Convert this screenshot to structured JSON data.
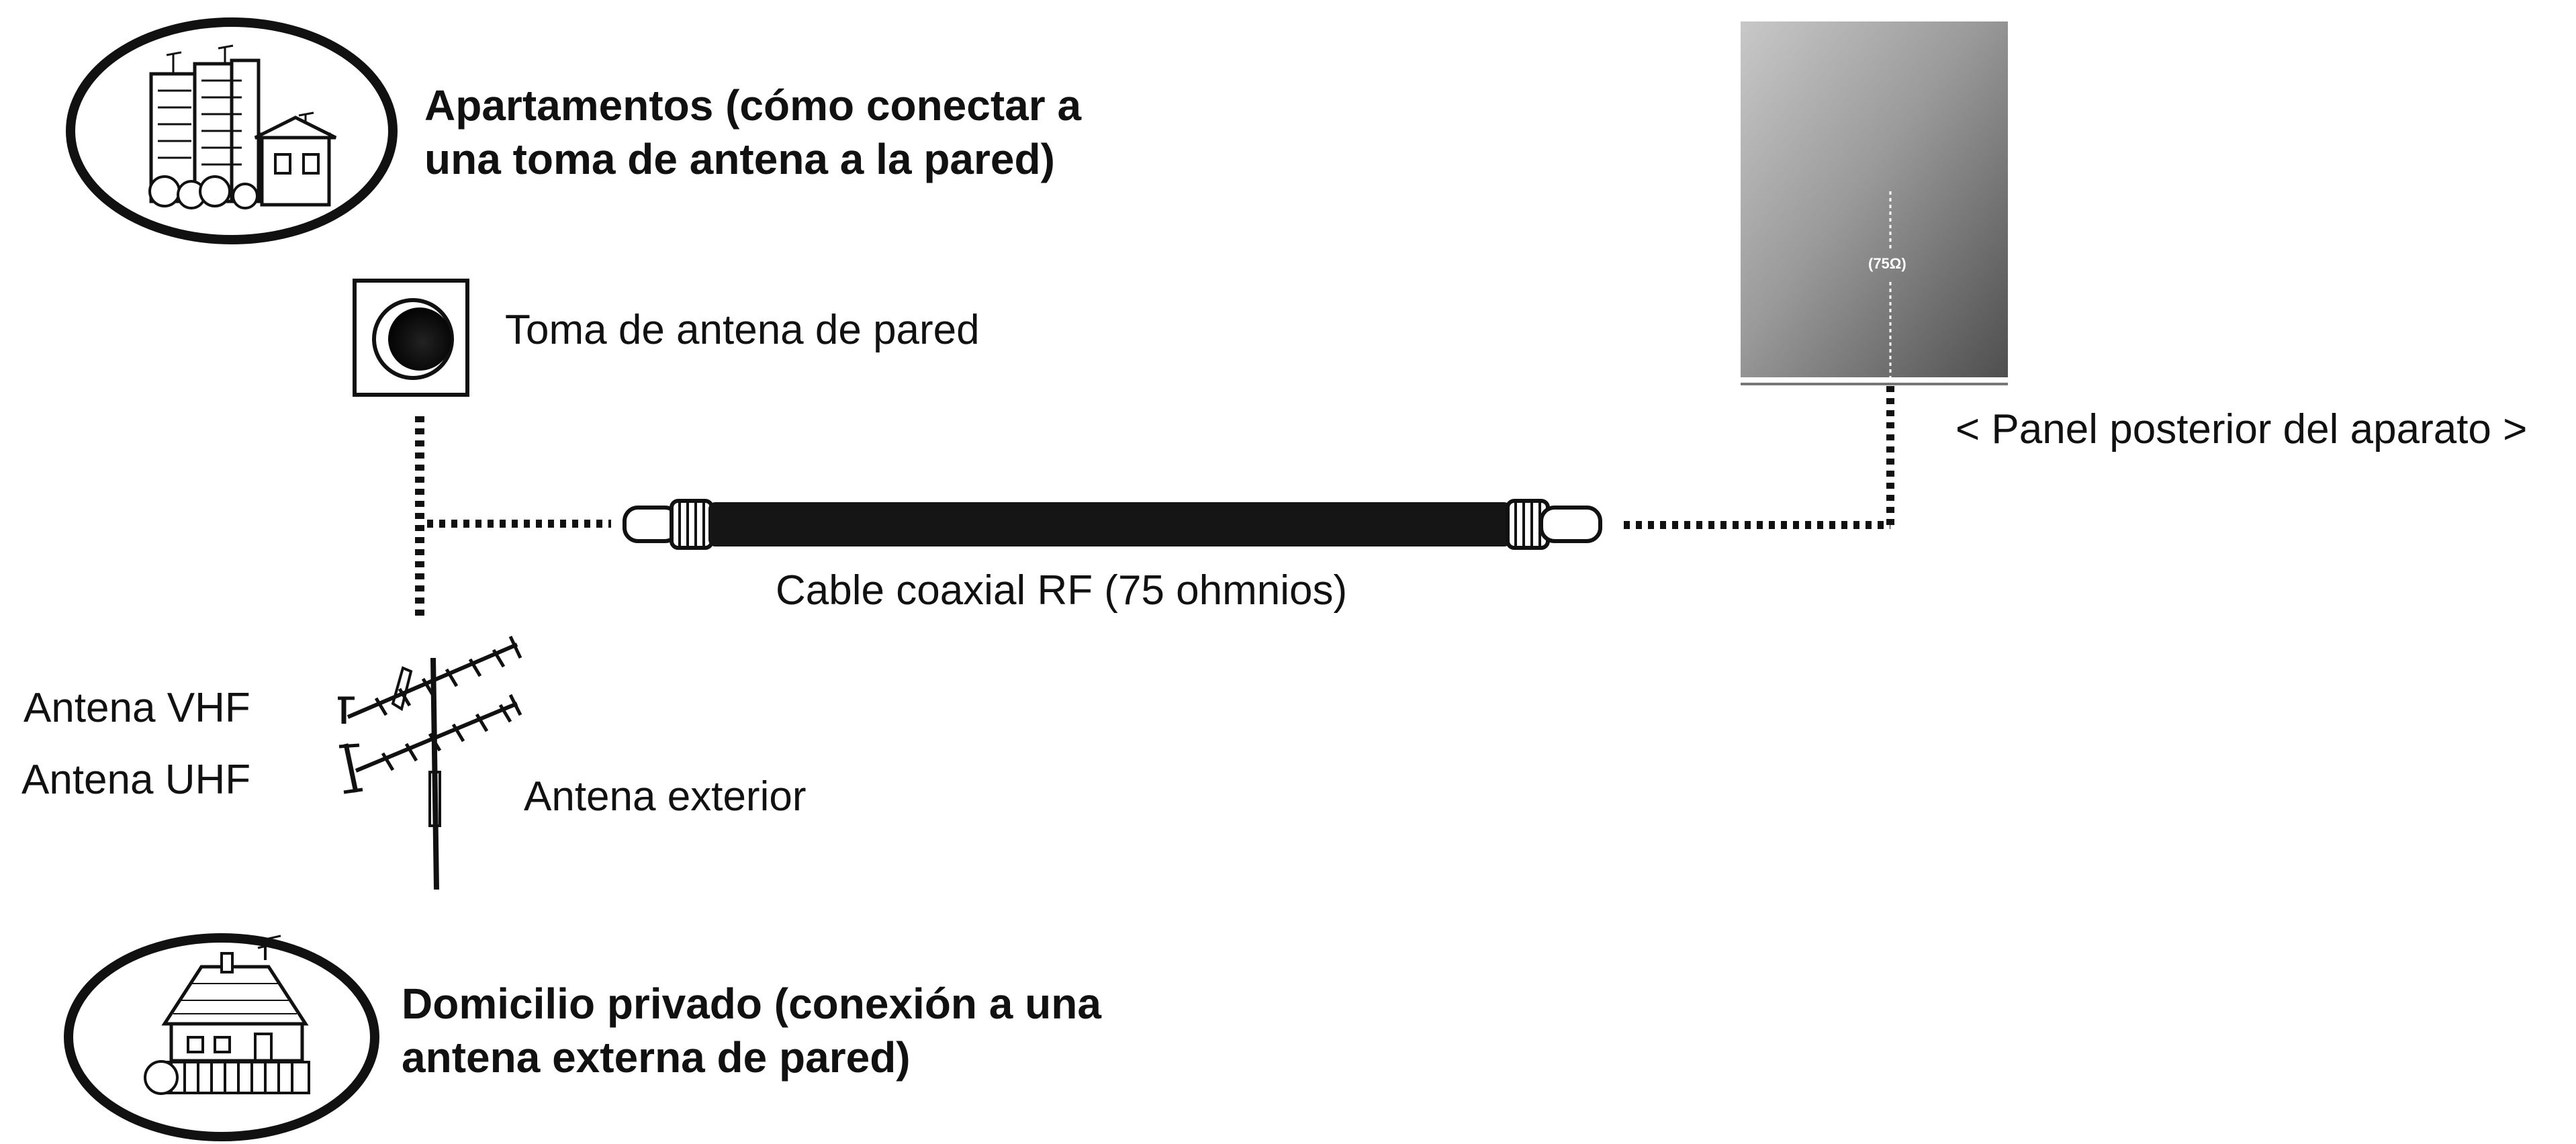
{
  "apartments": {
    "line1": "Apartamentos (cómo conectar a",
    "line2": "una toma de antena a la pared)"
  },
  "wall_socket_label": "Toma de antena de pared",
  "cable_label": "Cable coaxial RF (75 ohmnios)",
  "rear_panel_label": "< Panel posterior del aparato >",
  "rear_panel_jack_label": "(75Ω)",
  "vhf_label": "Antena VHF",
  "uhf_label": "Antena UHF",
  "outdoor_label": "Antena exterior",
  "house": {
    "line1": "Domicilio privado (conexión a una",
    "line2": "antena externa de pared)"
  }
}
